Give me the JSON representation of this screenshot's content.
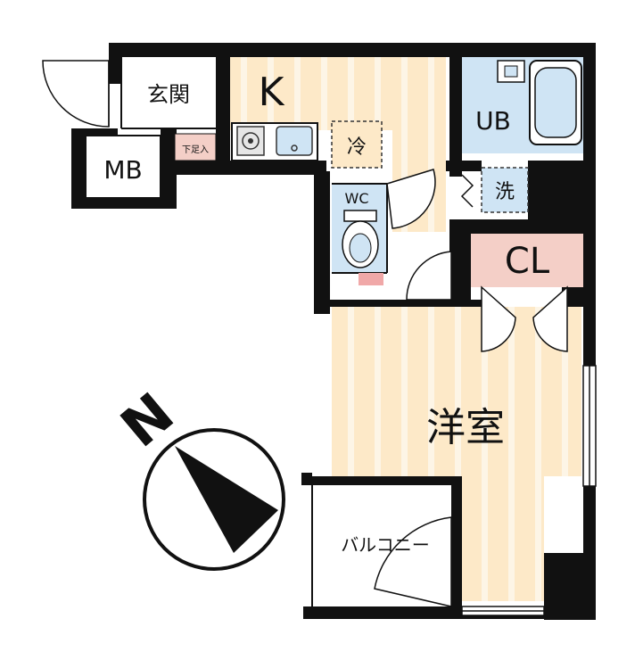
{
  "floorplan": {
    "rooms": {
      "entrance": "玄関",
      "kitchen": "K",
      "meter_box": "MB",
      "shoe_storage": "下足入",
      "fridge": "冷",
      "unit_bath": "UB",
      "toilet": "WC",
      "washer": "洗",
      "closet": "CL",
      "western_room": "洋室",
      "balcony": "バルコニー"
    },
    "compass": {
      "north_label": "N"
    },
    "colors": {
      "wall": "#111111",
      "wood_floor": "#fde9c8",
      "wood_stripe": "#fdf5e6",
      "wet_area": "#cfe4f4",
      "closet": "#f4cfc7",
      "accent_pink": "#f0a8a8"
    }
  }
}
